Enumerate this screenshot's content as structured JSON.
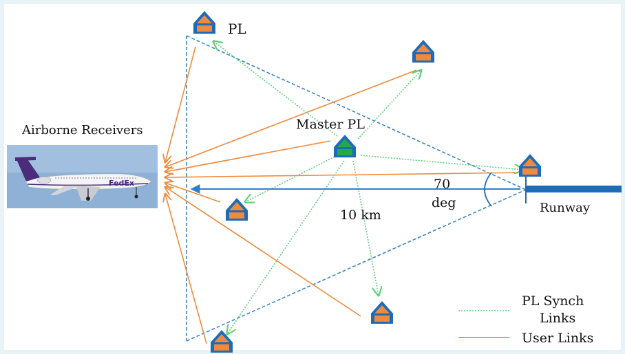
{
  "labels": {
    "pl": "PL",
    "master_pl": "Master PL",
    "airborne_receivers": "Airborne Receivers",
    "angle_value": "70",
    "angle_unit": "deg",
    "distance": "10 km",
    "runway": "Runway"
  },
  "legend": {
    "synch": [
      "PL Synch",
      "Links"
    ],
    "user": "User Links"
  },
  "airplane": {
    "livery_text": "FedEx"
  },
  "colors": {
    "blue_dashed": "#3b82c4",
    "synch_green": "#5dcf7a",
    "user_orange": "#f08a3c",
    "marker_blue": "#1e6bb8",
    "marker_orange": "#f08a3c",
    "master_green": "#22aa44",
    "runway_blue": "#1e6bb8",
    "distance_arrow": "#2f7fd0"
  }
}
